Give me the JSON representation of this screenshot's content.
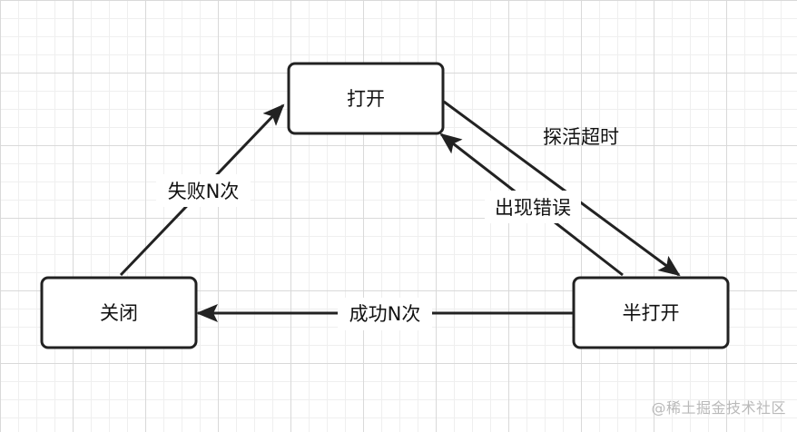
{
  "nodes": {
    "open": "打开",
    "closed": "关闭",
    "half_open": "半打开"
  },
  "edges": {
    "closed_to_open": "失败N次",
    "open_to_half_open": "探活超时",
    "half_open_to_open": "出现错误",
    "half_open_to_closed": "成功N次"
  },
  "watermark": "@稀土掘金技术社区",
  "colors": {
    "stroke": "#222222",
    "grid_major": "#d9d9d9",
    "grid_minor": "#efefef",
    "watermark": "#b9b9b9"
  }
}
